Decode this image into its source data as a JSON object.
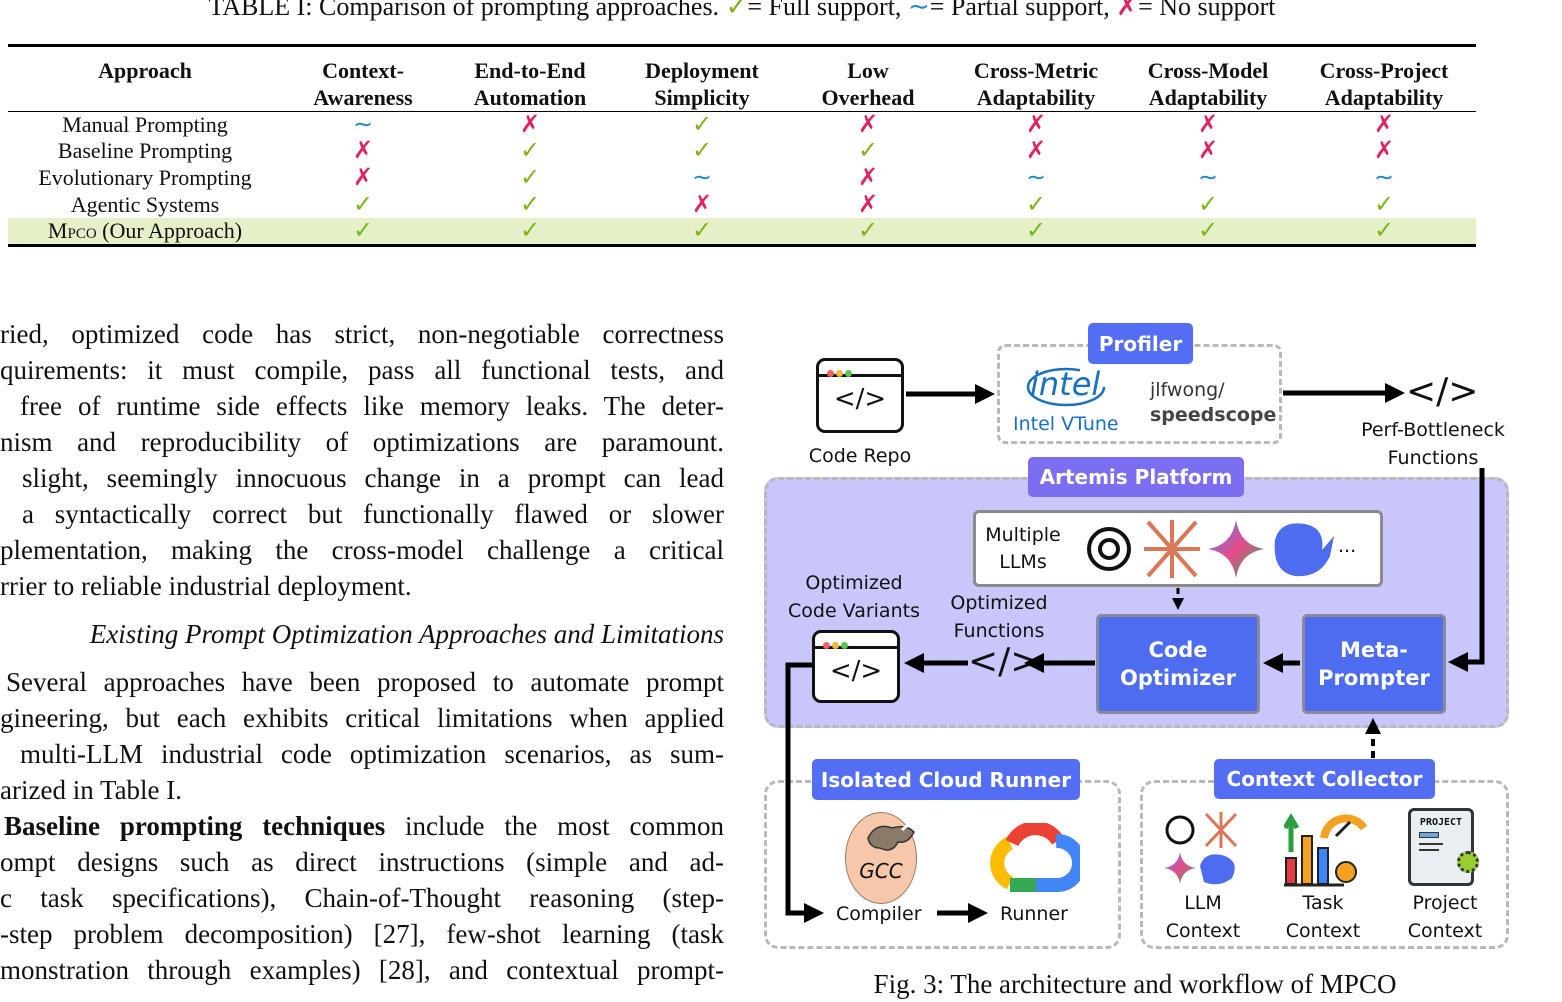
{
  "table": {
    "caption_prefix": "TABLE I: Comparison of prompting approaches. ",
    "legend": [
      {
        "symbol": "✓",
        "text": "= Full support, "
      },
      {
        "symbol": "∼",
        "text": "= Partial support, "
      },
      {
        "symbol": "✗",
        "text": "= No support"
      }
    ],
    "symbol_colors": {
      "✓": "#7cb518",
      "∼": "#1a88c9",
      "✗": "#e0245e"
    },
    "highlight_color": "#e6f0c8",
    "headers": [
      [
        "Approach"
      ],
      [
        "Context-",
        "Awareness"
      ],
      [
        "End-to-End",
        "Automation"
      ],
      [
        "Deployment",
        "Simplicity"
      ],
      [
        "Low",
        "Overhead"
      ],
      [
        "Cross-Metric",
        "Adaptability"
      ],
      [
        "Cross-Model",
        "Adaptability"
      ],
      [
        "Cross-Project",
        "Adaptability"
      ]
    ],
    "rows": [
      {
        "approach": "Manual Prompting",
        "marks": [
          "∼",
          "✗",
          "✓",
          "✗",
          "✗",
          "✗",
          "✗"
        ]
      },
      {
        "approach": "Baseline Prompting",
        "marks": [
          "✗",
          "✓",
          "✓",
          "✓",
          "✗",
          "✗",
          "✗"
        ]
      },
      {
        "approach": "Evolutionary Prompting",
        "marks": [
          "✗",
          "✓",
          "∼",
          "✗",
          "∼",
          "∼",
          "∼"
        ]
      },
      {
        "approach": "Agentic Systems",
        "marks": [
          "✓",
          "✓",
          "✗",
          "✗",
          "✓",
          "✓",
          "✓"
        ]
      },
      {
        "approach": "MPCO (Our Approach)",
        "marks": [
          "✓",
          "✓",
          "✓",
          "✓",
          "✓",
          "✓",
          "✓"
        ],
        "highlight": true
      }
    ]
  },
  "text": {
    "para1": [
      "ried, optimized code has strict, non-negotiable correctness",
      "quirements: it must compile, pass all functional tests, and",
      "free of runtime side effects like memory leaks. The deter-",
      "nism and reproducibility of optimizations are paramount.",
      "slight, seemingly innocuous change in a prompt can lead",
      "a syntactically correct but functionally flawed or slower",
      "plementation, making the cross-model challenge a critical",
      "rrier to reliable industrial deployment."
    ],
    "heading": "Existing Prompt Optimization Approaches and Limitations",
    "para2": [
      "Several approaches have been proposed to automate prompt",
      "gineering, but each exhibits critical limitations when applied",
      "multi-LLM industrial code optimization scenarios, as sum-",
      "arized in Table I."
    ],
    "para3_bold": "Baseline prompting techniques",
    "para3_first_rest": " include the most common",
    "para3": [
      "ompt designs such as direct instructions (simple and ad-",
      "c task specifications), Chain-of-Thought reasoning (step-",
      "-step problem decomposition) [27], few-shot learning (task",
      "monstration through examples) [28], and contextual prompt-"
    ]
  },
  "figure": {
    "code_repo": "Code Repo",
    "code_glyph": "</>",
    "profiler": "Profiler",
    "intel_logo": "intel",
    "intel_vtune": "Intel VTune",
    "speedscope_user": "jlfwong/",
    "speedscope": "speedscope",
    "perf_bottleneck": [
      "Perf-Bottleneck",
      "Functions"
    ],
    "artemis": "Artemis Platform",
    "multiple_llms": [
      "Multiple",
      "LLMs"
    ],
    "ellipsis": "...",
    "code_optimizer": [
      "Code",
      "Optimizer"
    ],
    "meta_prompter": [
      "Meta-",
      "Prompter"
    ],
    "optimized_variants": [
      "Optimized",
      "Code Variants"
    ],
    "optimized_functions": [
      "Optimized",
      "Functions"
    ],
    "cloud_runner": "Isolated Cloud Runner",
    "gcc": "GCC",
    "compiler": "Compiler",
    "runner": "Runner",
    "context_collector": "Context Collector",
    "llm_context": [
      "LLM",
      "Context"
    ],
    "task_context": [
      "Task",
      "Context"
    ],
    "project_context": [
      "Project",
      "Context"
    ],
    "project_doc_label": "PROJECT",
    "caption": "Fig. 3: The architecture and workflow of MPCO",
    "colors": {
      "label_blue": "#536df5",
      "artemis_purple": "#7b6ef0",
      "platform_bg": "#c9c6fb",
      "block_blue": "#4d6cf0"
    }
  }
}
